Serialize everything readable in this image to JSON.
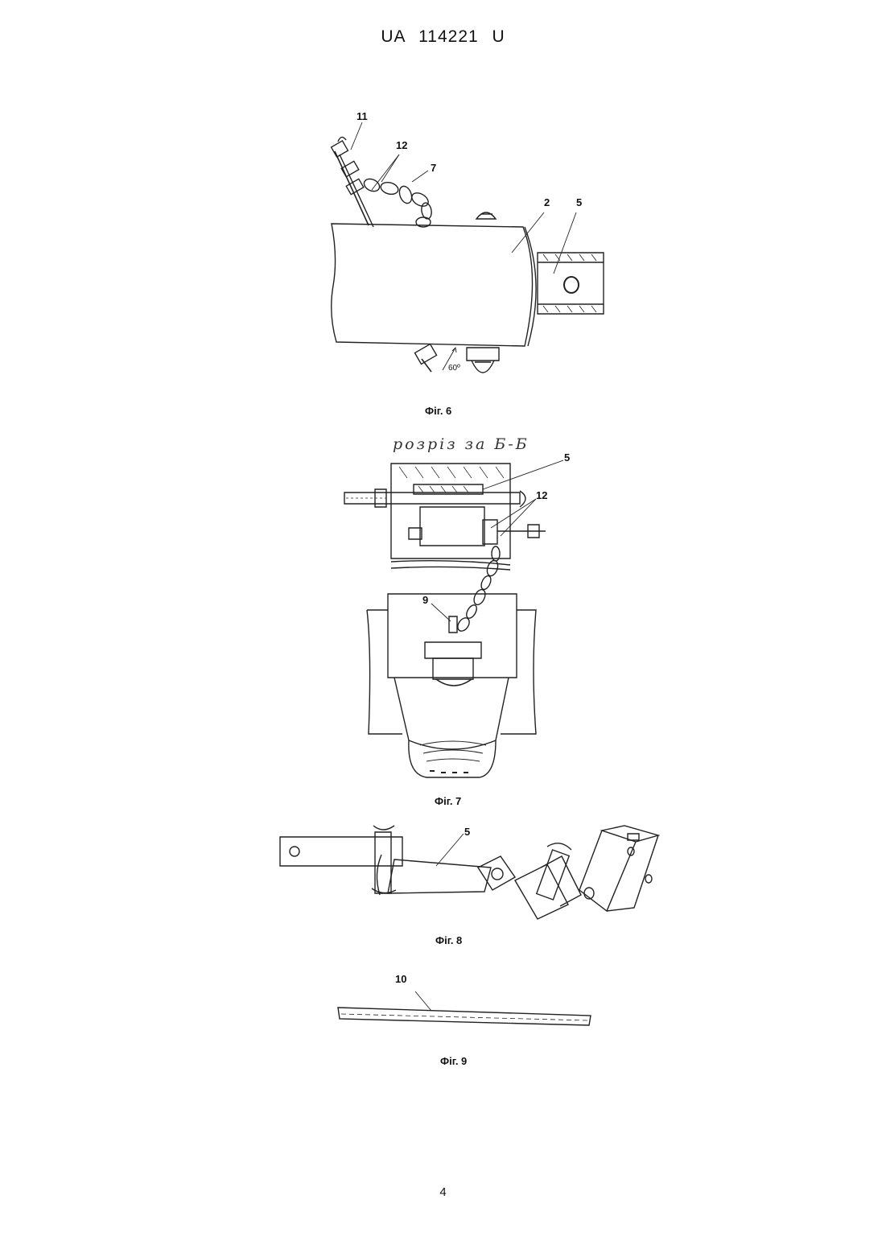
{
  "header": {
    "patent_number": "UA   114221   U"
  },
  "figures": [
    {
      "caption": "Фіг. 6",
      "labels": [
        "11",
        "12",
        "7",
        "2",
        "5"
      ],
      "angle_note": "60º"
    },
    {
      "caption": "Фіг. 7",
      "handwritten_title": "розріз за Б-Б",
      "labels": [
        "5",
        "12",
        "9"
      ]
    },
    {
      "caption": "Фіг. 8",
      "labels": [
        "5"
      ]
    },
    {
      "caption": "Фіг. 9",
      "labels": [
        "10"
      ]
    }
  ],
  "page_number": "4"
}
